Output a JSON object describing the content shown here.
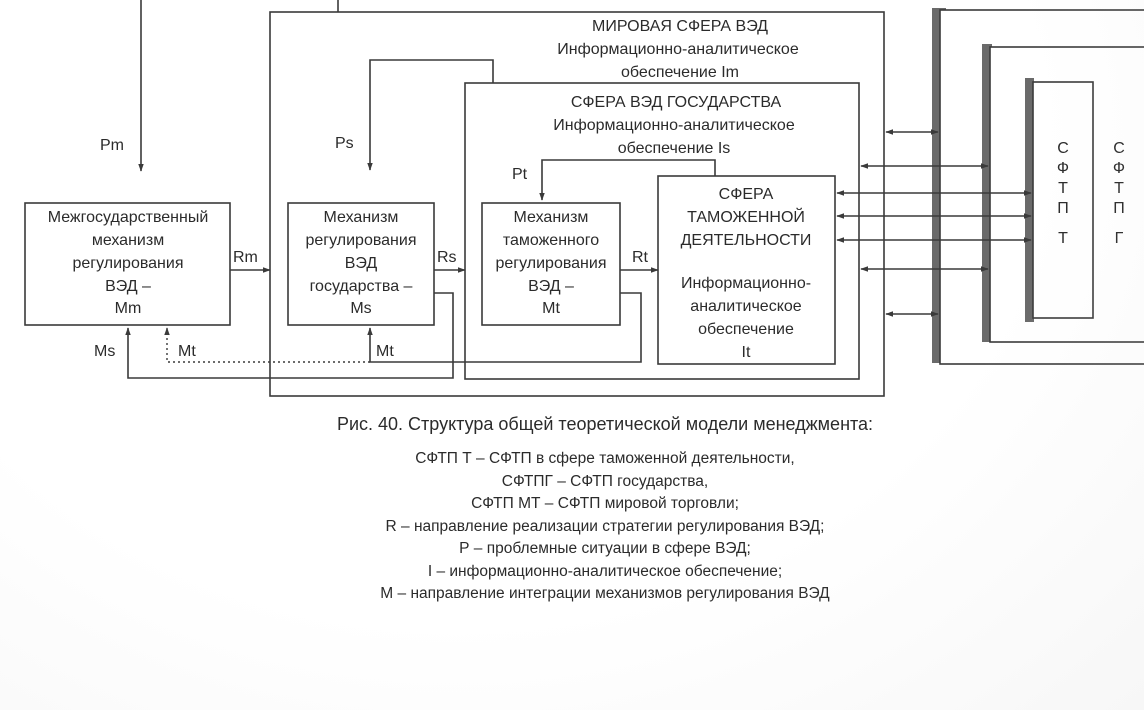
{
  "world_sphere": {
    "title": "МИРОВАЯ СФЕРА ВЭД",
    "subtitle_line1": "Информационно-аналитическое",
    "subtitle_line2": "обеспечение  Im"
  },
  "state_sphere": {
    "title": "СФЕРА ВЭД ГОСУДАРСТВА",
    "subtitle_line1": "Информационно-аналитическое",
    "subtitle_line2": "обеспечение Is"
  },
  "customs_sphere": {
    "title_line1": "СФЕРА",
    "title_line2": "ТАМОЖЕННОЙ",
    "title_line3": "ДЕЯТЕЛЬНОСТИ",
    "info_line1": "Информационно-",
    "info_line2": "аналитическое",
    "info_line3": "обеспечение",
    "info_line4": "It"
  },
  "interstate_mechanism": {
    "line1": "Межгосударственный",
    "line2": "механизм",
    "line3": "регулирования",
    "line4": "ВЭД –",
    "line5": "Mm"
  },
  "state_mechanism": {
    "line1": "Механизм",
    "line2": "регулирования",
    "line3": "ВЭД",
    "line4": "государства –",
    "line5": "Ms"
  },
  "customs_mechanism": {
    "line1": "Механизм",
    "line2": "таможенного",
    "line3": "регулирования",
    "line4": "ВЭД –",
    "line5": "Mt"
  },
  "sftp_t": {
    "letters": [
      "С",
      "Ф",
      "Т",
      "П",
      "Т"
    ]
  },
  "sftp_g": {
    "letters": [
      "С",
      "Ф",
      "Т",
      "П",
      "Г"
    ]
  },
  "labels": {
    "pm": "Pm",
    "ps": "Ps",
    "pt": "Pt",
    "rm": "Rm",
    "rs": "Rs",
    "rt": "Rt",
    "ms_feedback": "Ms",
    "mt_feedback_left": "Mt",
    "mt_feedback_center": "Mt"
  },
  "caption": {
    "title": "Рис. 40. Структура общей теоретической модели менеджмента:",
    "legend": [
      "СФТП Т – СФТП в сфере таможенной деятельности,",
      "СФТПГ – СФТП государства,",
      "СФТП МТ – СФТП мировой торговли;",
      "R – направление реализации стратегии регулирования ВЭД;",
      "Р – проблемные ситуации в сфере ВЭД;",
      "I – информационно-аналитическое обеспечение;",
      "М – направление интеграции механизмов регулирования ВЭД"
    ]
  }
}
